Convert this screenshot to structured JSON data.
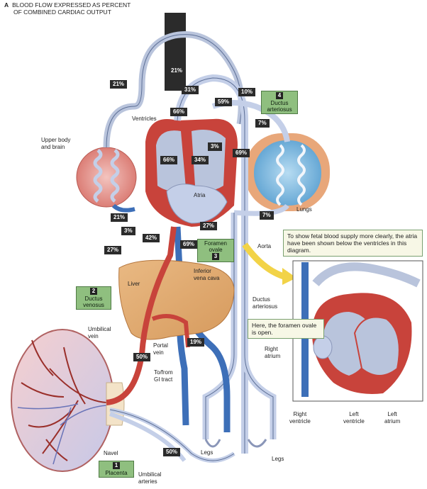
{
  "title": {
    "letter": "A",
    "line1": "BLOOD FLOW EXPRESSED AS PERCENT",
    "line2": "OF COMBINED CARDIAC OUTPUT"
  },
  "percentages": {
    "p21_top": "21%",
    "p21_left": "21%",
    "p31": "31%",
    "p10": "10%",
    "p59": "59%",
    "p66_upper": "66%",
    "p7_right": "7%",
    "p3_aorta": "3%",
    "p69": "69%",
    "p66_lv": "66%",
    "p34": "34%",
    "p21_lower": "21%",
    "p7_lower": "7%",
    "p3_left": "3%",
    "p27_atria": "27%",
    "p42": "42%",
    "p69_lower": "69%",
    "p27_left": "27%",
    "p19": "19%",
    "p50_portal": "50%",
    "p50_umb": "50%"
  },
  "labels": {
    "ventricles": "Ventricles",
    "upper_body": "Upper body\nand brain",
    "atria": "Atria",
    "lungs": "Lungs",
    "aorta": "Aorta",
    "liver": "Liver",
    "inferior_vena_cava": "Inferior\nvena cava",
    "umbilical_vein": "Umbilical\nvein",
    "portal_vein": "Portal\nvein",
    "to_from_gi": "To/from\nGI tract",
    "navel": "Navel",
    "legs_center": "Legs",
    "legs_right": "Legs",
    "umbilical_arteries": "Umbilical\narteries",
    "ductus_arteriosus_inset": "Ductus\narteriosus",
    "right_atrium": "Right\natrium",
    "right_ventricle": "Right\nventricle",
    "left_ventricle": "Left\nventricle",
    "left_atrium": "Left\natrium"
  },
  "callouts": [
    {
      "number": "4",
      "text": "Ductus\narteriosus"
    },
    {
      "number": "3",
      "text": "Foramen\novale"
    },
    {
      "number": "2",
      "text": "Ductus\nvenosus"
    },
    {
      "number": "1",
      "text": "Placenta"
    }
  ],
  "notes": {
    "atria_note": "To show fetal blood supply more clearly, the atria have been shown below the ventricles in this diagram.",
    "foramen_note": "Here, the foramen ovale is open."
  },
  "colors": {
    "oxygenated": "#c8433b",
    "deoxygenated": "#3d6fb8",
    "mixed": "#b9c4dc",
    "lung_blue": "#7fb8dd",
    "green_callout": "#8fbf7f"
  }
}
